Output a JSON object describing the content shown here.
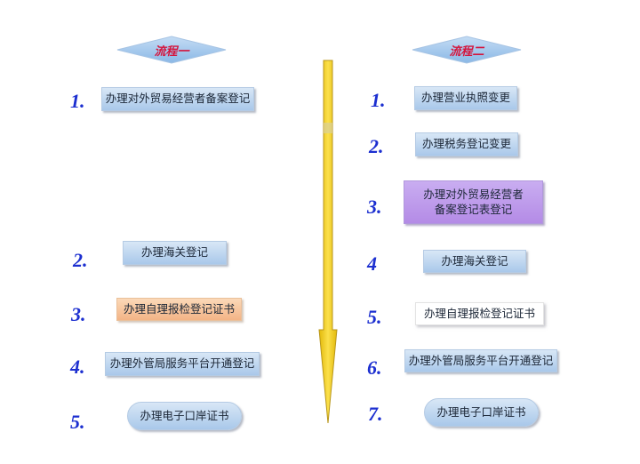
{
  "flow_left": {
    "title": "流程一",
    "steps": [
      {
        "num": "1.",
        "label": "办理对外贸易经营者备案登记"
      },
      {
        "num": "2.",
        "label": "办理海关登记"
      },
      {
        "num": "3.",
        "label": "办理自理报检登记证书"
      },
      {
        "num": "4.",
        "label": "办理外管局服务平台开通登记"
      },
      {
        "num": "5.",
        "label": "办理电子口岸证书"
      }
    ]
  },
  "flow_right": {
    "title": "流程二",
    "steps": [
      {
        "num": "1.",
        "label": "办理营业执照变更"
      },
      {
        "num": "2.",
        "label": "办理税务登记变更"
      },
      {
        "num": "3.",
        "label_line1": "办理对外贸易经营者",
        "label_line2": "备案登记表登记"
      },
      {
        "num": "4",
        "label": "办理海关登记"
      },
      {
        "num": "5.",
        "label": "办理自理报检登记证书"
      },
      {
        "num": "6.",
        "label": "办理外管局服务平台开通登记"
      },
      {
        "num": "7.",
        "label": "办理电子口岸证书"
      }
    ]
  },
  "colors": {
    "number": "#1c2fd0",
    "title_text": "#d4143c",
    "diamond_fill": "#9cc3ea",
    "arrow_fill": "#f4cc14"
  }
}
